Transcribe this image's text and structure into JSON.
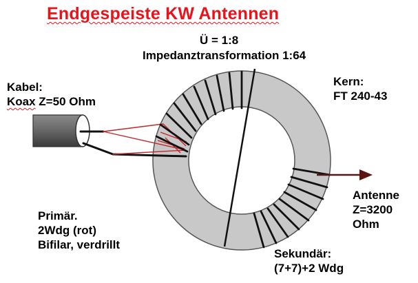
{
  "title": "Endgespeiste KW Antennen",
  "ratio": "Ü = 1:8",
  "impedance": "Impedanztransformation 1:64",
  "cable": {
    "line1": "Kabel:",
    "line2_prefix": "Koax",
    "line2_rest": " Z=50 Ohm"
  },
  "core": {
    "line1": "Kern:",
    "line2": "FT 240-43"
  },
  "primary": {
    "line1": "Primär.",
    "line2": "2Wdg (rot)",
    "line3": "Bifilar, verdrillt"
  },
  "antenna": {
    "line1": "Antenne",
    "line2": "Z=3200",
    "line3": "Ohm"
  },
  "secondary": {
    "line1": "Sekundär:",
    "line2": "(7+7)+2 Wdg"
  },
  "colors": {
    "title": "#e8141c",
    "primary_winding": "#c0282c",
    "core_fill": "#c8c8c8",
    "antenna_arrow": "#5a1414"
  }
}
